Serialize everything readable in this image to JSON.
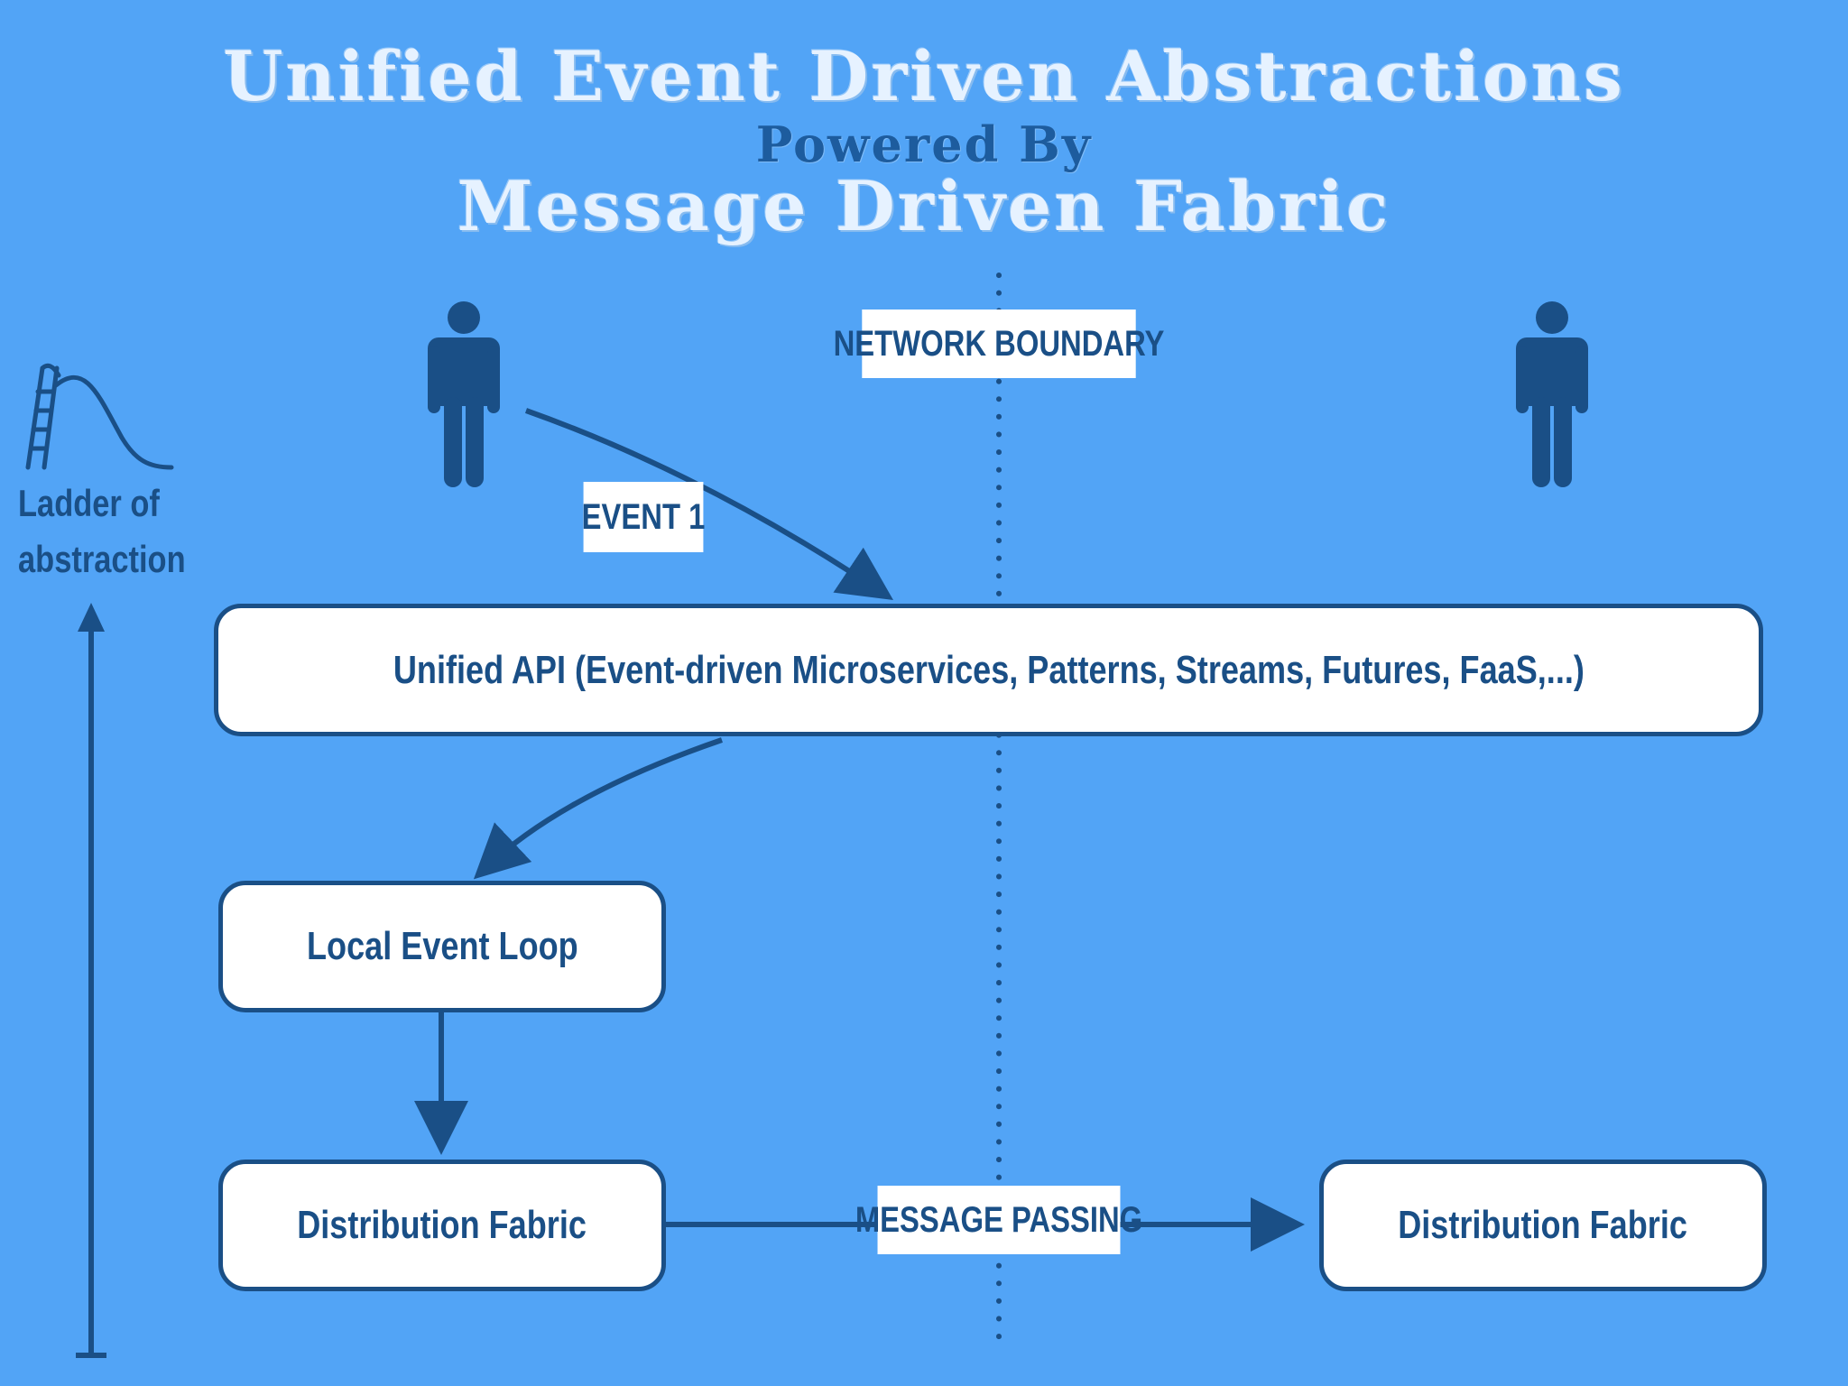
{
  "title": {
    "line1": "Unified Event Driven Abstractions",
    "line2": "Powered By",
    "line3": "Message Driven Fabric"
  },
  "labels": {
    "network_boundary": "NETWORK BOUNDARY",
    "event1": "EVENT 1",
    "message_passing": "MESSAGE PASSING"
  },
  "boxes": {
    "unified_api": "Unified API (Event-driven Microservices, Patterns, Streams, Futures, FaaS,...)",
    "local_event_loop": "Local Event Loop",
    "distribution_fabric_left": "Distribution Fabric",
    "distribution_fabric_right": "Distribution Fabric"
  },
  "sidebar": {
    "ladder_line1": "Ladder of",
    "ladder_line2": "abstraction"
  },
  "colors": {
    "background": "#52a4f6",
    "dark": "#1a4f86",
    "box_fill": "#ffffff"
  },
  "icons": [
    "person-icon",
    "person-icon",
    "slide-icon"
  ]
}
